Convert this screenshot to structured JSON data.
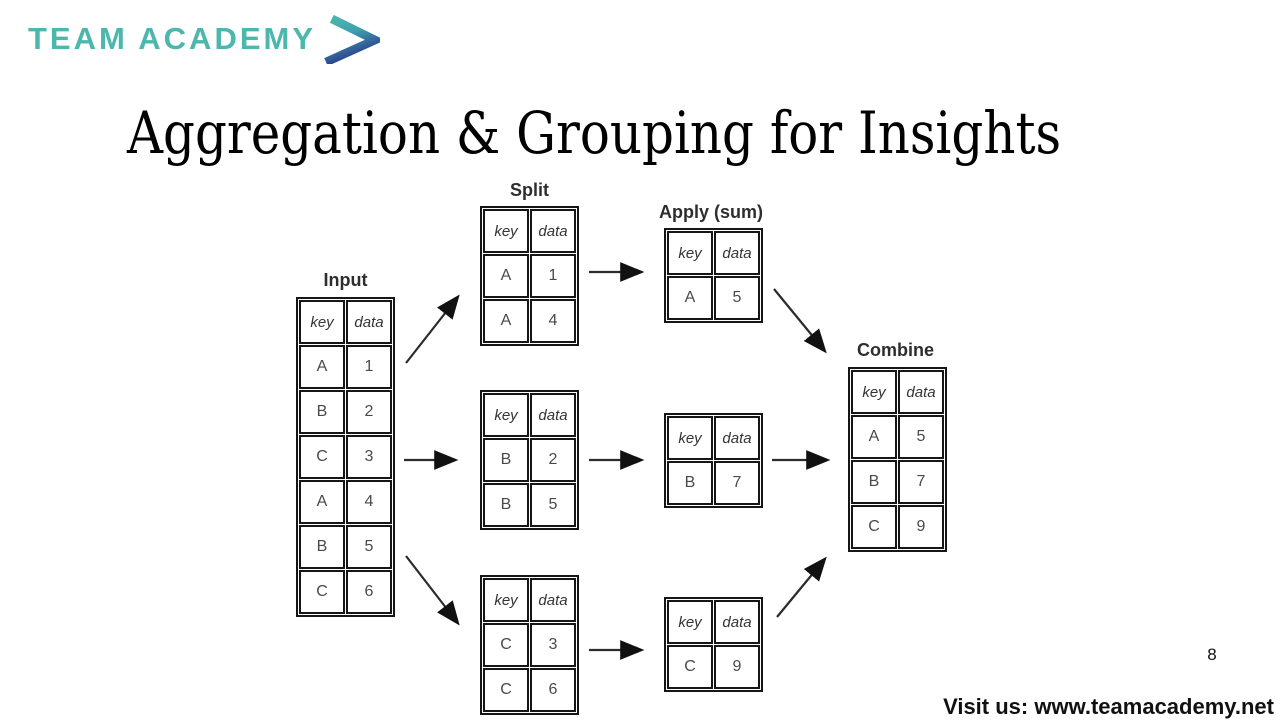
{
  "logo": {
    "text": "TEAM ACADEMY",
    "chevron_icon": "forward-chevron"
  },
  "title": "Aggregation & Grouping for Insights",
  "page_number": "8",
  "footer": "Visit us: www.teamacademy.net",
  "colors": {
    "logo_teal": "#4cb8ad",
    "logo_navy": "#2b3a8c",
    "table_border": "#161616",
    "cell_text": "#4a4a4a",
    "label_text": "#2e2e2e"
  },
  "diagram": {
    "type": "split-apply-combine-flow",
    "header": [
      "key",
      "data"
    ],
    "labels": {
      "input": "Input",
      "split": "Split",
      "apply": "Apply (sum)",
      "combine": "Combine"
    },
    "input_rows": [
      [
        "A",
        "1"
      ],
      [
        "B",
        "2"
      ],
      [
        "C",
        "3"
      ],
      [
        "A",
        "4"
      ],
      [
        "B",
        "5"
      ],
      [
        "C",
        "6"
      ]
    ],
    "split_tables": [
      [
        [
          "A",
          "1"
        ],
        [
          "A",
          "4"
        ]
      ],
      [
        [
          "B",
          "2"
        ],
        [
          "B",
          "5"
        ]
      ],
      [
        [
          "C",
          "3"
        ],
        [
          "C",
          "6"
        ]
      ]
    ],
    "apply_tables": [
      [
        [
          "A",
          "5"
        ]
      ],
      [
        [
          "B",
          "7"
        ]
      ],
      [
        [
          "C",
          "9"
        ]
      ]
    ],
    "combine_rows": [
      [
        "A",
        "5"
      ],
      [
        "B",
        "7"
      ],
      [
        "C",
        "9"
      ]
    ]
  }
}
